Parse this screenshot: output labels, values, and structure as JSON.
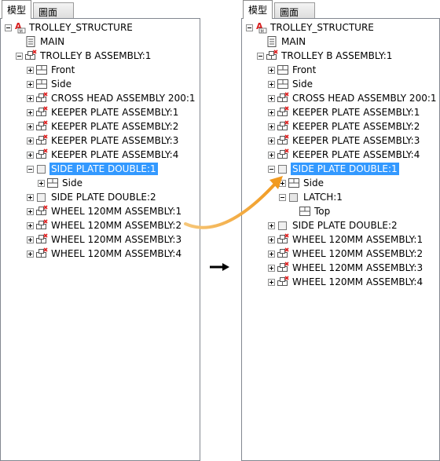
{
  "tabs": {
    "model": "模型",
    "drawing": "圖面"
  },
  "left_tree": [
    {
      "label": "TROLLEY_STRUCTURE",
      "icon": "part-root-icon",
      "exp": "minus",
      "indent": 0
    },
    {
      "label": "MAIN",
      "icon": "layout-icon",
      "exp": "none",
      "indent": 1
    },
    {
      "label": "TROLLEY B ASSEMBLY:1",
      "icon": "assembly-icon",
      "exp": "minus",
      "indent": 1
    },
    {
      "label": "Front",
      "icon": "plane-icon",
      "exp": "plus",
      "indent": 2
    },
    {
      "label": "Side",
      "icon": "plane-icon",
      "exp": "plus",
      "indent": 2
    },
    {
      "label": "CROSS HEAD ASSEMBLY 200:1",
      "icon": "assembly-icon",
      "exp": "plus",
      "indent": 2
    },
    {
      "label": "KEEPER PLATE ASSEMBLY:1",
      "icon": "assembly-icon",
      "exp": "plus",
      "indent": 2
    },
    {
      "label": "KEEPER PLATE ASSEMBLY:2",
      "icon": "assembly-icon",
      "exp": "plus",
      "indent": 2
    },
    {
      "label": "KEEPER PLATE ASSEMBLY:3",
      "icon": "assembly-icon",
      "exp": "plus",
      "indent": 2
    },
    {
      "label": "KEEPER PLATE ASSEMBLY:4",
      "icon": "assembly-icon",
      "exp": "plus",
      "indent": 2
    },
    {
      "label": "SIDE PLATE DOUBLE:1",
      "icon": "part-icon",
      "exp": "minus",
      "indent": 2,
      "selected": true
    },
    {
      "label": "Side",
      "icon": "plane-icon",
      "exp": "plus",
      "indent": 3
    },
    {
      "label": "SIDE PLATE DOUBLE:2",
      "icon": "part-icon",
      "exp": "plus",
      "indent": 2
    },
    {
      "label": "WHEEL 120MM ASSEMBLY:1",
      "icon": "assembly-icon",
      "exp": "plus",
      "indent": 2
    },
    {
      "label": "WHEEL 120MM ASSEMBLY:2",
      "icon": "assembly-icon",
      "exp": "plus",
      "indent": 2
    },
    {
      "label": "WHEEL 120MM ASSEMBLY:3",
      "icon": "assembly-icon",
      "exp": "plus",
      "indent": 2
    },
    {
      "label": "WHEEL 120MM ASSEMBLY:4",
      "icon": "assembly-icon",
      "exp": "plus",
      "indent": 2
    }
  ],
  "right_tree": [
    {
      "label": "TROLLEY_STRUCTURE",
      "icon": "part-root-icon",
      "exp": "minus",
      "indent": 0
    },
    {
      "label": "MAIN",
      "icon": "layout-icon",
      "exp": "none",
      "indent": 1
    },
    {
      "label": "TROLLEY B ASSEMBLY:1",
      "icon": "assembly-icon",
      "exp": "minus",
      "indent": 1
    },
    {
      "label": "Front",
      "icon": "plane-icon",
      "exp": "plus",
      "indent": 2
    },
    {
      "label": "Side",
      "icon": "plane-icon",
      "exp": "plus",
      "indent": 2
    },
    {
      "label": "CROSS HEAD ASSEMBLY 200:1",
      "icon": "assembly-icon",
      "exp": "plus",
      "indent": 2
    },
    {
      "label": "KEEPER PLATE ASSEMBLY:1",
      "icon": "assembly-icon",
      "exp": "plus",
      "indent": 2
    },
    {
      "label": "KEEPER PLATE ASSEMBLY:2",
      "icon": "assembly-icon",
      "exp": "plus",
      "indent": 2
    },
    {
      "label": "KEEPER PLATE ASSEMBLY:3",
      "icon": "assembly-icon",
      "exp": "plus",
      "indent": 2
    },
    {
      "label": "KEEPER PLATE ASSEMBLY:4",
      "icon": "assembly-icon",
      "exp": "plus",
      "indent": 2
    },
    {
      "label": "SIDE PLATE DOUBLE:1",
      "icon": "part-icon",
      "exp": "minus",
      "indent": 2,
      "selected": true
    },
    {
      "label": "Side",
      "icon": "plane-icon",
      "exp": "plus",
      "indent": 3
    },
    {
      "label": "LATCH:1",
      "icon": "part-gray-icon",
      "exp": "minus",
      "indent": 3
    },
    {
      "label": "Top",
      "icon": "plane-icon",
      "exp": "none",
      "indent": 4
    },
    {
      "label": "SIDE PLATE DOUBLE:2",
      "icon": "part-icon",
      "exp": "plus",
      "indent": 2
    },
    {
      "label": "WHEEL 120MM ASSEMBLY:1",
      "icon": "assembly-icon",
      "exp": "plus",
      "indent": 2
    },
    {
      "label": "WHEEL 120MM ASSEMBLY:2",
      "icon": "assembly-icon",
      "exp": "plus",
      "indent": 2
    },
    {
      "label": "WHEEL 120MM ASSEMBLY:3",
      "icon": "assembly-icon",
      "exp": "plus",
      "indent": 2
    },
    {
      "label": "WHEEL 120MM ASSEMBLY:4",
      "icon": "assembly-icon",
      "exp": "plus",
      "indent": 2
    }
  ],
  "colors": {
    "selection": "#3399ff",
    "arrow": "#f4a030",
    "error_mark": "#e02020"
  }
}
